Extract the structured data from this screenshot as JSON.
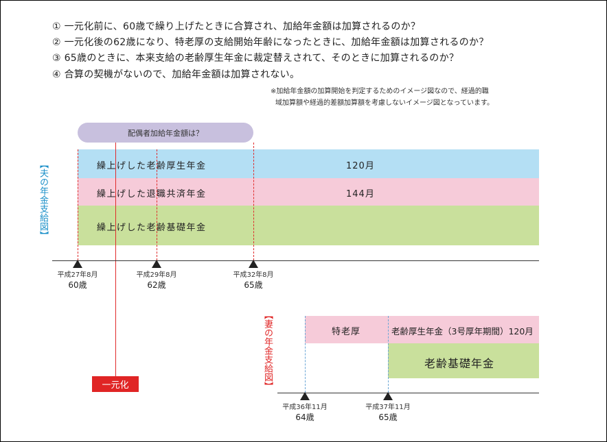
{
  "questions": [
    "① 一元化前に、60歳で繰り上げたときに合算され、加給年金額は加算されるのか？",
    "② 一元化後の62歳になり、特老厚の支給開始年齢になったときに、加給年金額は加算されるのか？",
    "③ 65歳のときに、本来支給の老齢厚生年金に裁定替えされて、そのときに加算されるのか？",
    "④ 合算の契機がないので、加給年金額は加算されない。"
  ],
  "note": {
    "line1": "※加給年金額の加算開始を判定するためのイメージ図なので、経過的職",
    "line2": "域加算額や経過的差額加算額を考慮しないイメージ図となっています。"
  },
  "pill_label": "配偶者加給年金額は？",
  "husband": {
    "title": "【夫の年金支給図】",
    "bands": [
      {
        "label": "繰上げした老齢厚生年金",
        "value": "120月",
        "color": "#b4dff4"
      },
      {
        "label": "繰上げした退職共済年金",
        "value": "144月",
        "color": "#f6cbd9"
      },
      {
        "label": "繰上げした老齢基礎年金",
        "value": "",
        "color": "#c9e09c"
      }
    ],
    "ticks": [
      {
        "date": "平成27年8月",
        "age": "60歳"
      },
      {
        "date": "平成29年8月",
        "age": "62歳"
      },
      {
        "date": "平成32年8月",
        "age": "65歳"
      }
    ],
    "title_color": "#1a8fc8"
  },
  "unification": {
    "label": "一元化",
    "color": "#e02525"
  },
  "wife": {
    "title": "【妻の年金支給図】",
    "title_color": "#e02525",
    "special_label": "特老厚",
    "employee_label": "老齢厚生年金（3号厚年期間）120月",
    "basic_label": "老齢基礎年金",
    "ticks": [
      {
        "date": "平成36年11月",
        "age": "64歳"
      },
      {
        "date": "平成37年11月",
        "age": "65歳"
      }
    ]
  }
}
